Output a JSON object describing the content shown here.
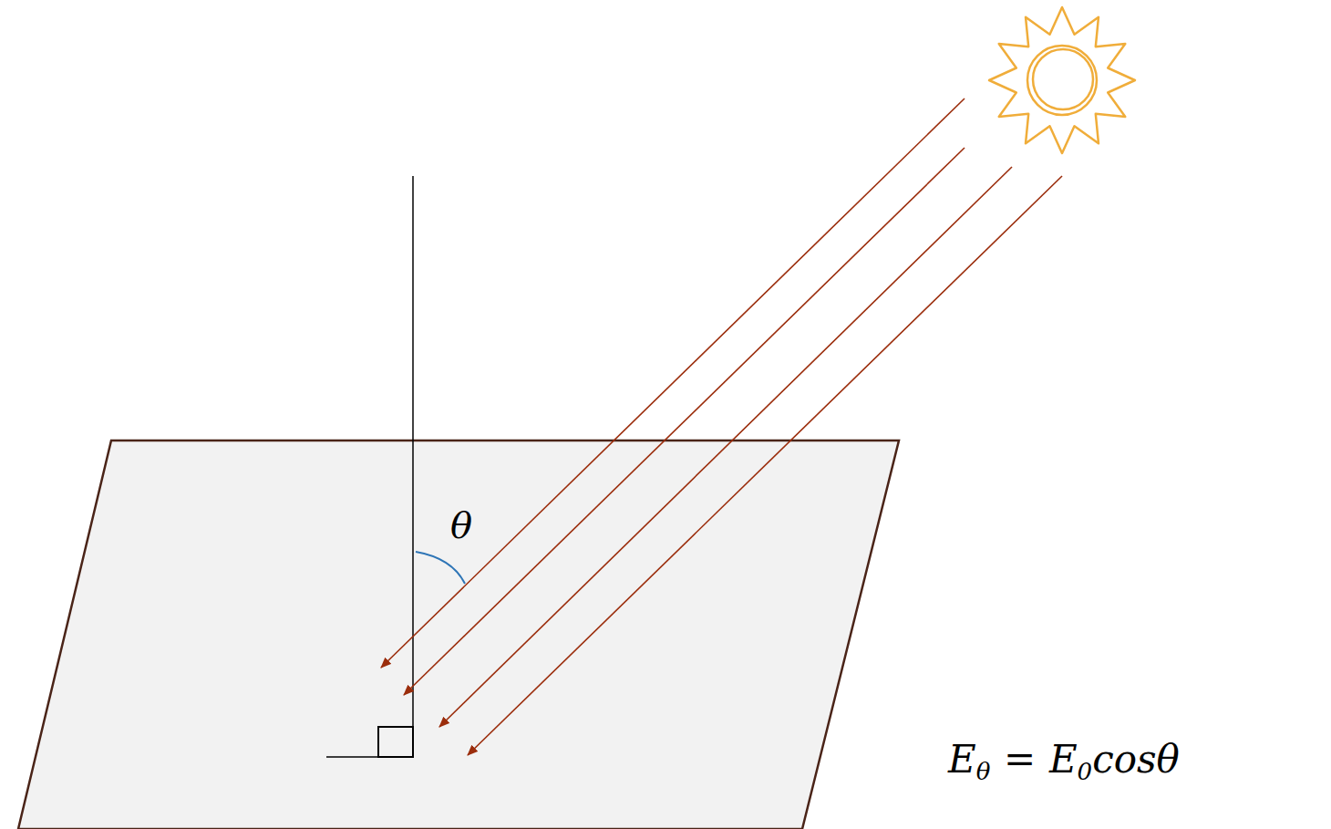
{
  "diagram": {
    "labels": [
      "θ",
      "E",
      "θ",
      "=",
      "E",
      "0",
      "cosθ"
    ]
  }
}
